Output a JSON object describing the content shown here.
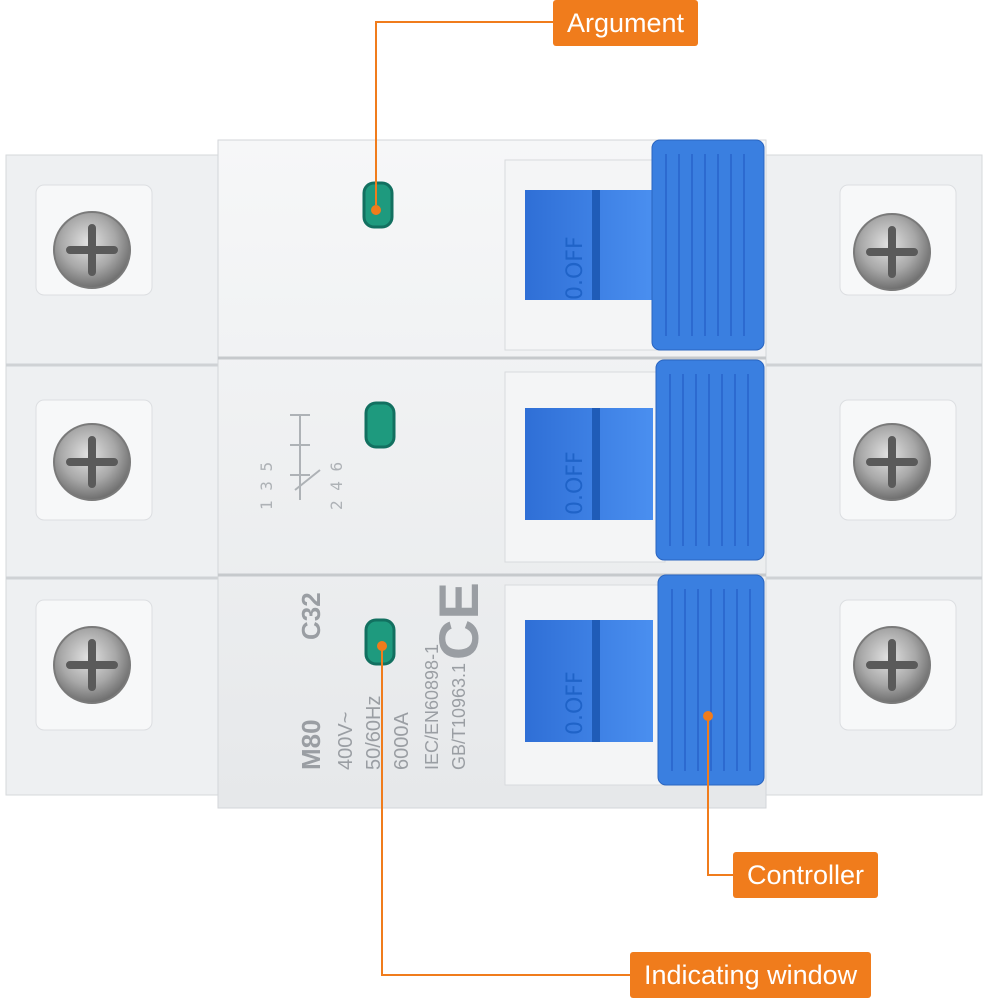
{
  "callouts": {
    "argument": "Argument",
    "controller": "Controller",
    "indicating_window": "Indicating window"
  },
  "device_labels": {
    "model": "M80",
    "rating": "C32",
    "voltage": "400V~",
    "frequency": "50/60Hz",
    "breaking_capacity": "6000A",
    "standard_iec": "IEC/EN60898-1",
    "standard_gb": "GB/T10963.1",
    "ce_mark": "CE",
    "terminals_top": "1 3 5",
    "terminals_bottom": "2 4 6",
    "switch_text": "0.OFF"
  },
  "colors": {
    "accent": "#f07c1c",
    "handle_blue": "#3a7fe0",
    "indicator_green": "#1e9a7e",
    "housing": "#f1f2f3"
  }
}
